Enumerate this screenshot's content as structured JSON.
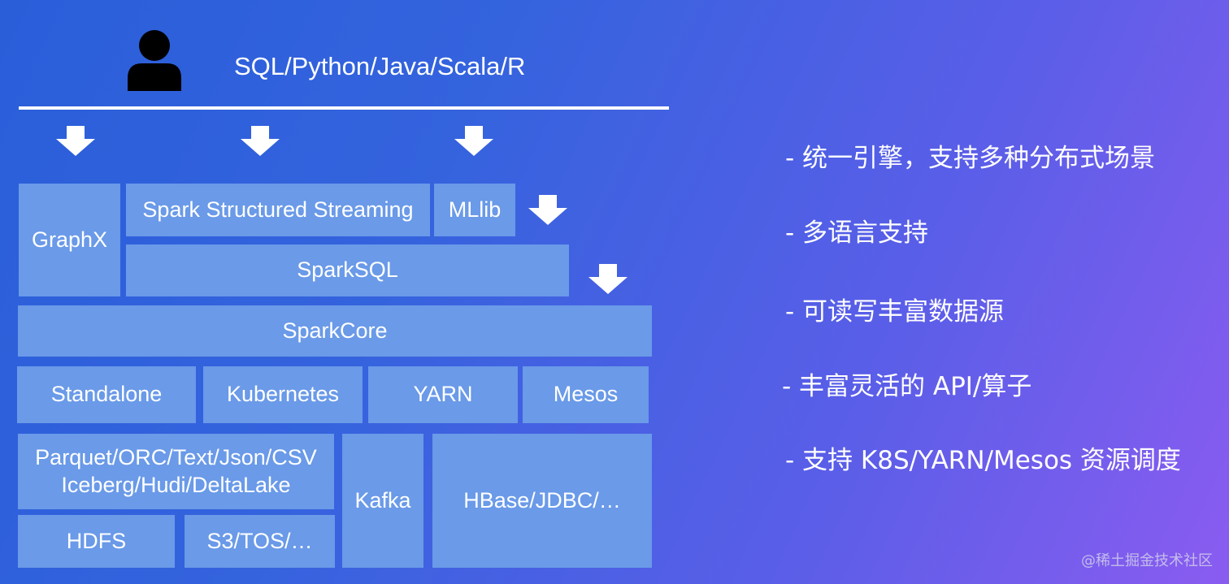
{
  "header": {
    "languages": "SQL/Python/Java/Scala/R",
    "user_icon": "user-icon",
    "arrow_icon": "down-arrow-icon"
  },
  "stack": {
    "graphx": "GraphX",
    "streaming": "Spark Structured Streaming",
    "mllib": "MLlib",
    "sparksql": "SparkSQL",
    "sparkcore": "SparkCore",
    "standalone": "Standalone",
    "kubernetes": "Kubernetes",
    "yarn": "YARN",
    "mesos": "Mesos",
    "formats_line1": "Parquet/ORC/Text/Json/CSV",
    "formats_line2": "Iceberg/Hudi/DeltaLake",
    "kafka": "Kafka",
    "hbase": "HBase/JDBC/…",
    "hdfs": "HDFS",
    "s3": "S3/TOS/…"
  },
  "bullets": [
    "- 统一引擎，支持多种分布式场景",
    "- 多语言支持",
    "- 可读写丰富数据源",
    "- 丰富灵活的 API/算子",
    "- 支持 K8S/YARN/Mesos 资源调度"
  ],
  "watermark": "@稀土掘金技术社区",
  "colors": {
    "box": "#6a9ae8",
    "background_start": "#2a5ed9",
    "background_end": "#8a5cf0"
  }
}
